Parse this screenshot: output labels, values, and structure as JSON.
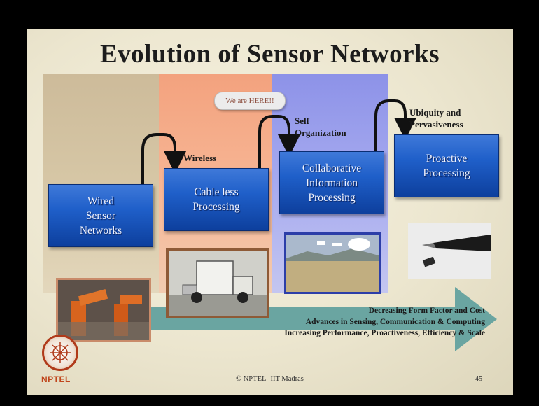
{
  "title": "Evolution of  Sensor Networks",
  "stages": [
    {
      "lines": [
        "Wired",
        "Sensor",
        "Networks"
      ]
    },
    {
      "lines": [
        "Cable less",
        "Processing"
      ]
    },
    {
      "lines": [
        "Collaborative",
        "Information",
        "Processing"
      ]
    },
    {
      "lines": [
        "Proactive",
        "Processing"
      ]
    }
  ],
  "transitions": {
    "wireless": "Wireless",
    "self_org": [
      "Self",
      "Organization"
    ],
    "ubiquity": [
      "Ubiquity and",
      "Pervasiveness"
    ]
  },
  "callout": "We are HERE!!",
  "trend_lines": [
    "Decreasing Form Factor and Cost",
    "Advances in Sensing, Communication & Computing",
    "Increasing Performance, Proactiveness, Efficiency & Scale"
  ],
  "footer": "© NPTEL- IIT Madras",
  "page_number": "45",
  "logo_text": "NPTEL",
  "colors": {
    "stage_box": "#1f5fc9",
    "big_arrow": "#6aa5a1",
    "band_wired": "#cdbb9a",
    "band_wireless": "#f3a27e",
    "band_collab": "#8d92e8"
  }
}
